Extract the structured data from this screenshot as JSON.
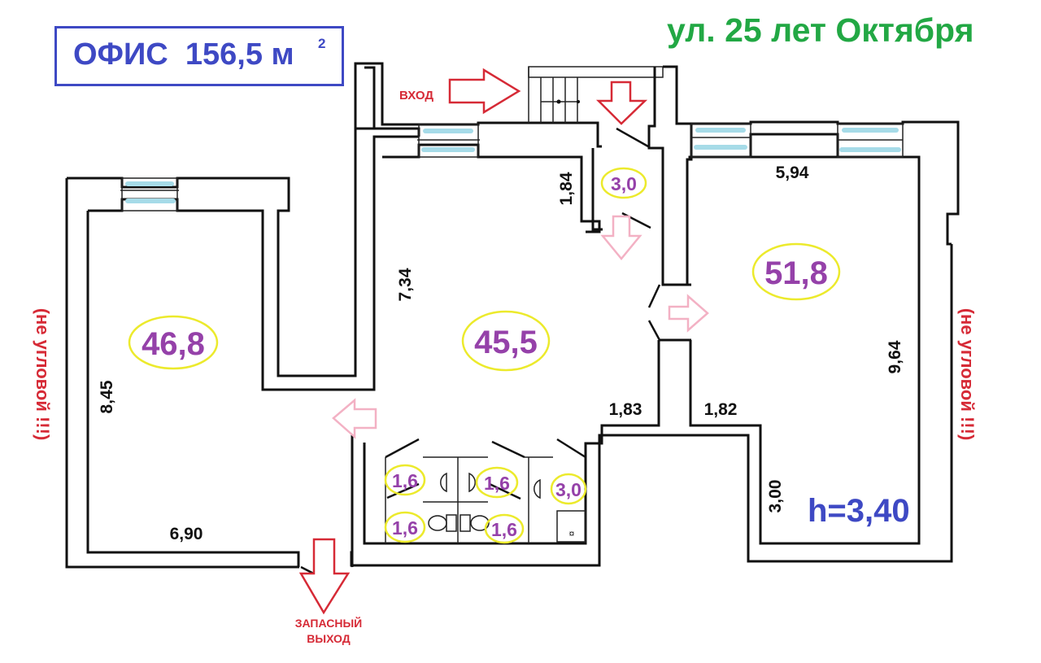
{
  "header": {
    "title": "ОФИС  156,5 м",
    "title_sup": "2",
    "street": "ул. 25 лет Октября"
  },
  "labels": {
    "entrance": "ВХОД",
    "emergency_exit_line1": "ЗАПАСНЫЙ",
    "emergency_exit_line2": "ВЫХОД",
    "not_corner_left": "(не угловой !!!)",
    "not_corner_right": "(не угловой !!!)",
    "ceiling_height": "h=3,40"
  },
  "rooms": [
    {
      "id": "left-office",
      "area": "46,8"
    },
    {
      "id": "central-hall",
      "area": "45,5"
    },
    {
      "id": "right-office",
      "area": "51,8"
    },
    {
      "id": "vestibule",
      "area": "3,0"
    },
    {
      "id": "wc-1",
      "area": "1,6"
    },
    {
      "id": "wc-2",
      "area": "1,6"
    },
    {
      "id": "wc-3",
      "area": "1,6"
    },
    {
      "id": "wc-4",
      "area": "1,6"
    },
    {
      "id": "washroom",
      "area": "3,0"
    }
  ],
  "dimensions": {
    "left_height": "8,45",
    "left_width": "6,90",
    "hall_height": "7,34",
    "vestibule_length": "1,84",
    "hall_bottom_width": "1,83",
    "right_top_width": "5,94",
    "right_height": "9,64",
    "right_bottom_width": "1,82",
    "right_notch_height": "3,00"
  },
  "colors": {
    "title": "#3e49c4",
    "street": "#22a844",
    "area_text": "#9541a9",
    "area_ellipse": "#ecea2c",
    "red_arrows": "#d62a36",
    "pink_arrows": "#f3b1c4",
    "windows": "#a6dbe8"
  }
}
